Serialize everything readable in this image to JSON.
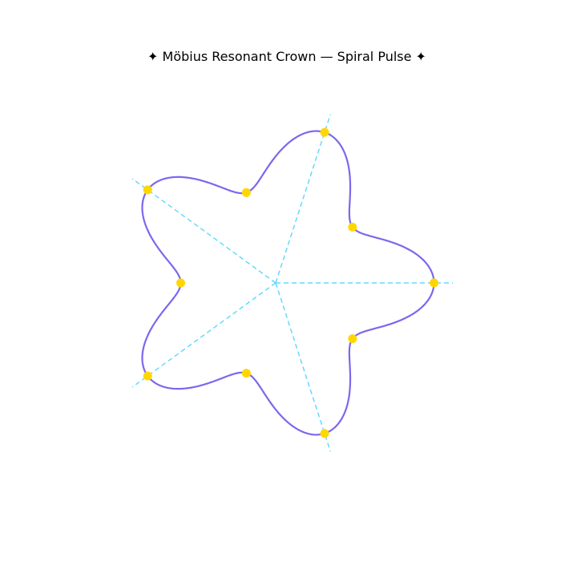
{
  "chart_data": {
    "type": "polar",
    "title": "✦ Möbius Resonant Crown — Spiral Pulse ✦",
    "curve": {
      "description": "polar rose r = base + amplitude * cos(petals * theta)",
      "base": 1.0,
      "amplitude": 0.25,
      "petals": 5,
      "theta_range_deg": [
        0,
        360
      ]
    },
    "markers": {
      "theta_deg": [
        0,
        36,
        72,
        108,
        144,
        180,
        216,
        252,
        288,
        324
      ],
      "r": [
        1.25,
        0.75,
        1.25,
        0.75,
        1.25,
        0.75,
        1.25,
        0.75,
        1.25,
        0.75
      ]
    },
    "spokes": {
      "theta_deg": [
        0,
        72,
        144,
        216,
        288
      ],
      "length": 1.4
    },
    "axes_visible": false,
    "grid": false,
    "legend": false,
    "colors": {
      "curve": "#7b68ee",
      "markers": "#ffd700",
      "spokes": "#66d9ff",
      "title": "#000000",
      "background": "#ffffff"
    }
  }
}
